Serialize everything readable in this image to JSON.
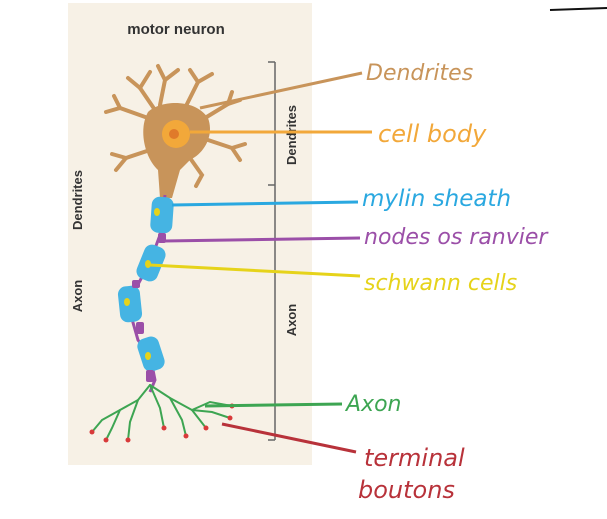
{
  "figure": {
    "title": "motor neuron",
    "left_labels": {
      "dendrites": "Dendrites",
      "axon": "Axon"
    },
    "right_labels": {
      "dendrites": "Dendrites",
      "axon": "Axon"
    }
  },
  "annotations": [
    {
      "id": "dendrites",
      "text": "Dendrites",
      "color": "#c8945a"
    },
    {
      "id": "cell-body",
      "text": "cell body",
      "color": "#f2a83a"
    },
    {
      "id": "myelin",
      "text": "mylin sheath",
      "color": "#2aa8e0"
    },
    {
      "id": "nodes",
      "text": "nodes os ranvier",
      "color": "#9b4fa8"
    },
    {
      "id": "schwann",
      "text": "schwann cells",
      "color": "#e6d31a"
    },
    {
      "id": "axon",
      "text": "Axon",
      "color": "#3da552"
    },
    {
      "id": "terminal-1",
      "text": "terminal",
      "color": "#b8323a"
    },
    {
      "id": "terminal-2",
      "text": "boutons",
      "color": "#b8323a"
    }
  ],
  "colors": {
    "panel": "#f7f1e6",
    "neuron": "#c8945a",
    "nucleus": "#f2a83a",
    "myelin": "#45b4e3",
    "node": "#9b4fa8",
    "terminal": "#3da552",
    "bouton": "#d83a3a"
  }
}
